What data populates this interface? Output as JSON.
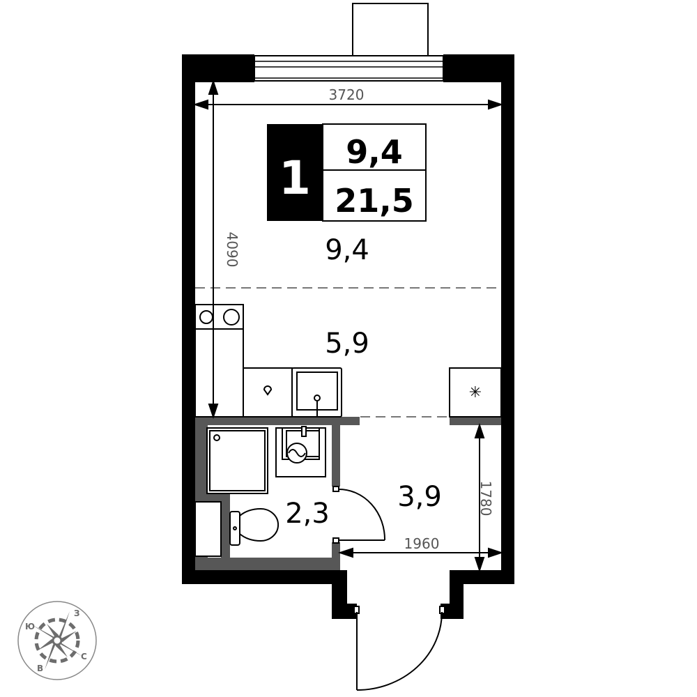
{
  "badge": {
    "rooms": "1",
    "living_area": "9,4",
    "total_area": "21,5"
  },
  "rooms": {
    "living": "9,4",
    "kitchen": "5,9",
    "bathroom": "2,3",
    "hall": "3,9"
  },
  "dimensions": {
    "width_top": "3720",
    "height_left": "4090",
    "hall_height": "1780",
    "hall_width": "1960"
  },
  "compass": {
    "north": "С",
    "south": "Ю",
    "west": "З",
    "east": "В"
  },
  "colors": {
    "wall": "#000000",
    "partition": "#575757",
    "compass": "#6d6d6d"
  }
}
